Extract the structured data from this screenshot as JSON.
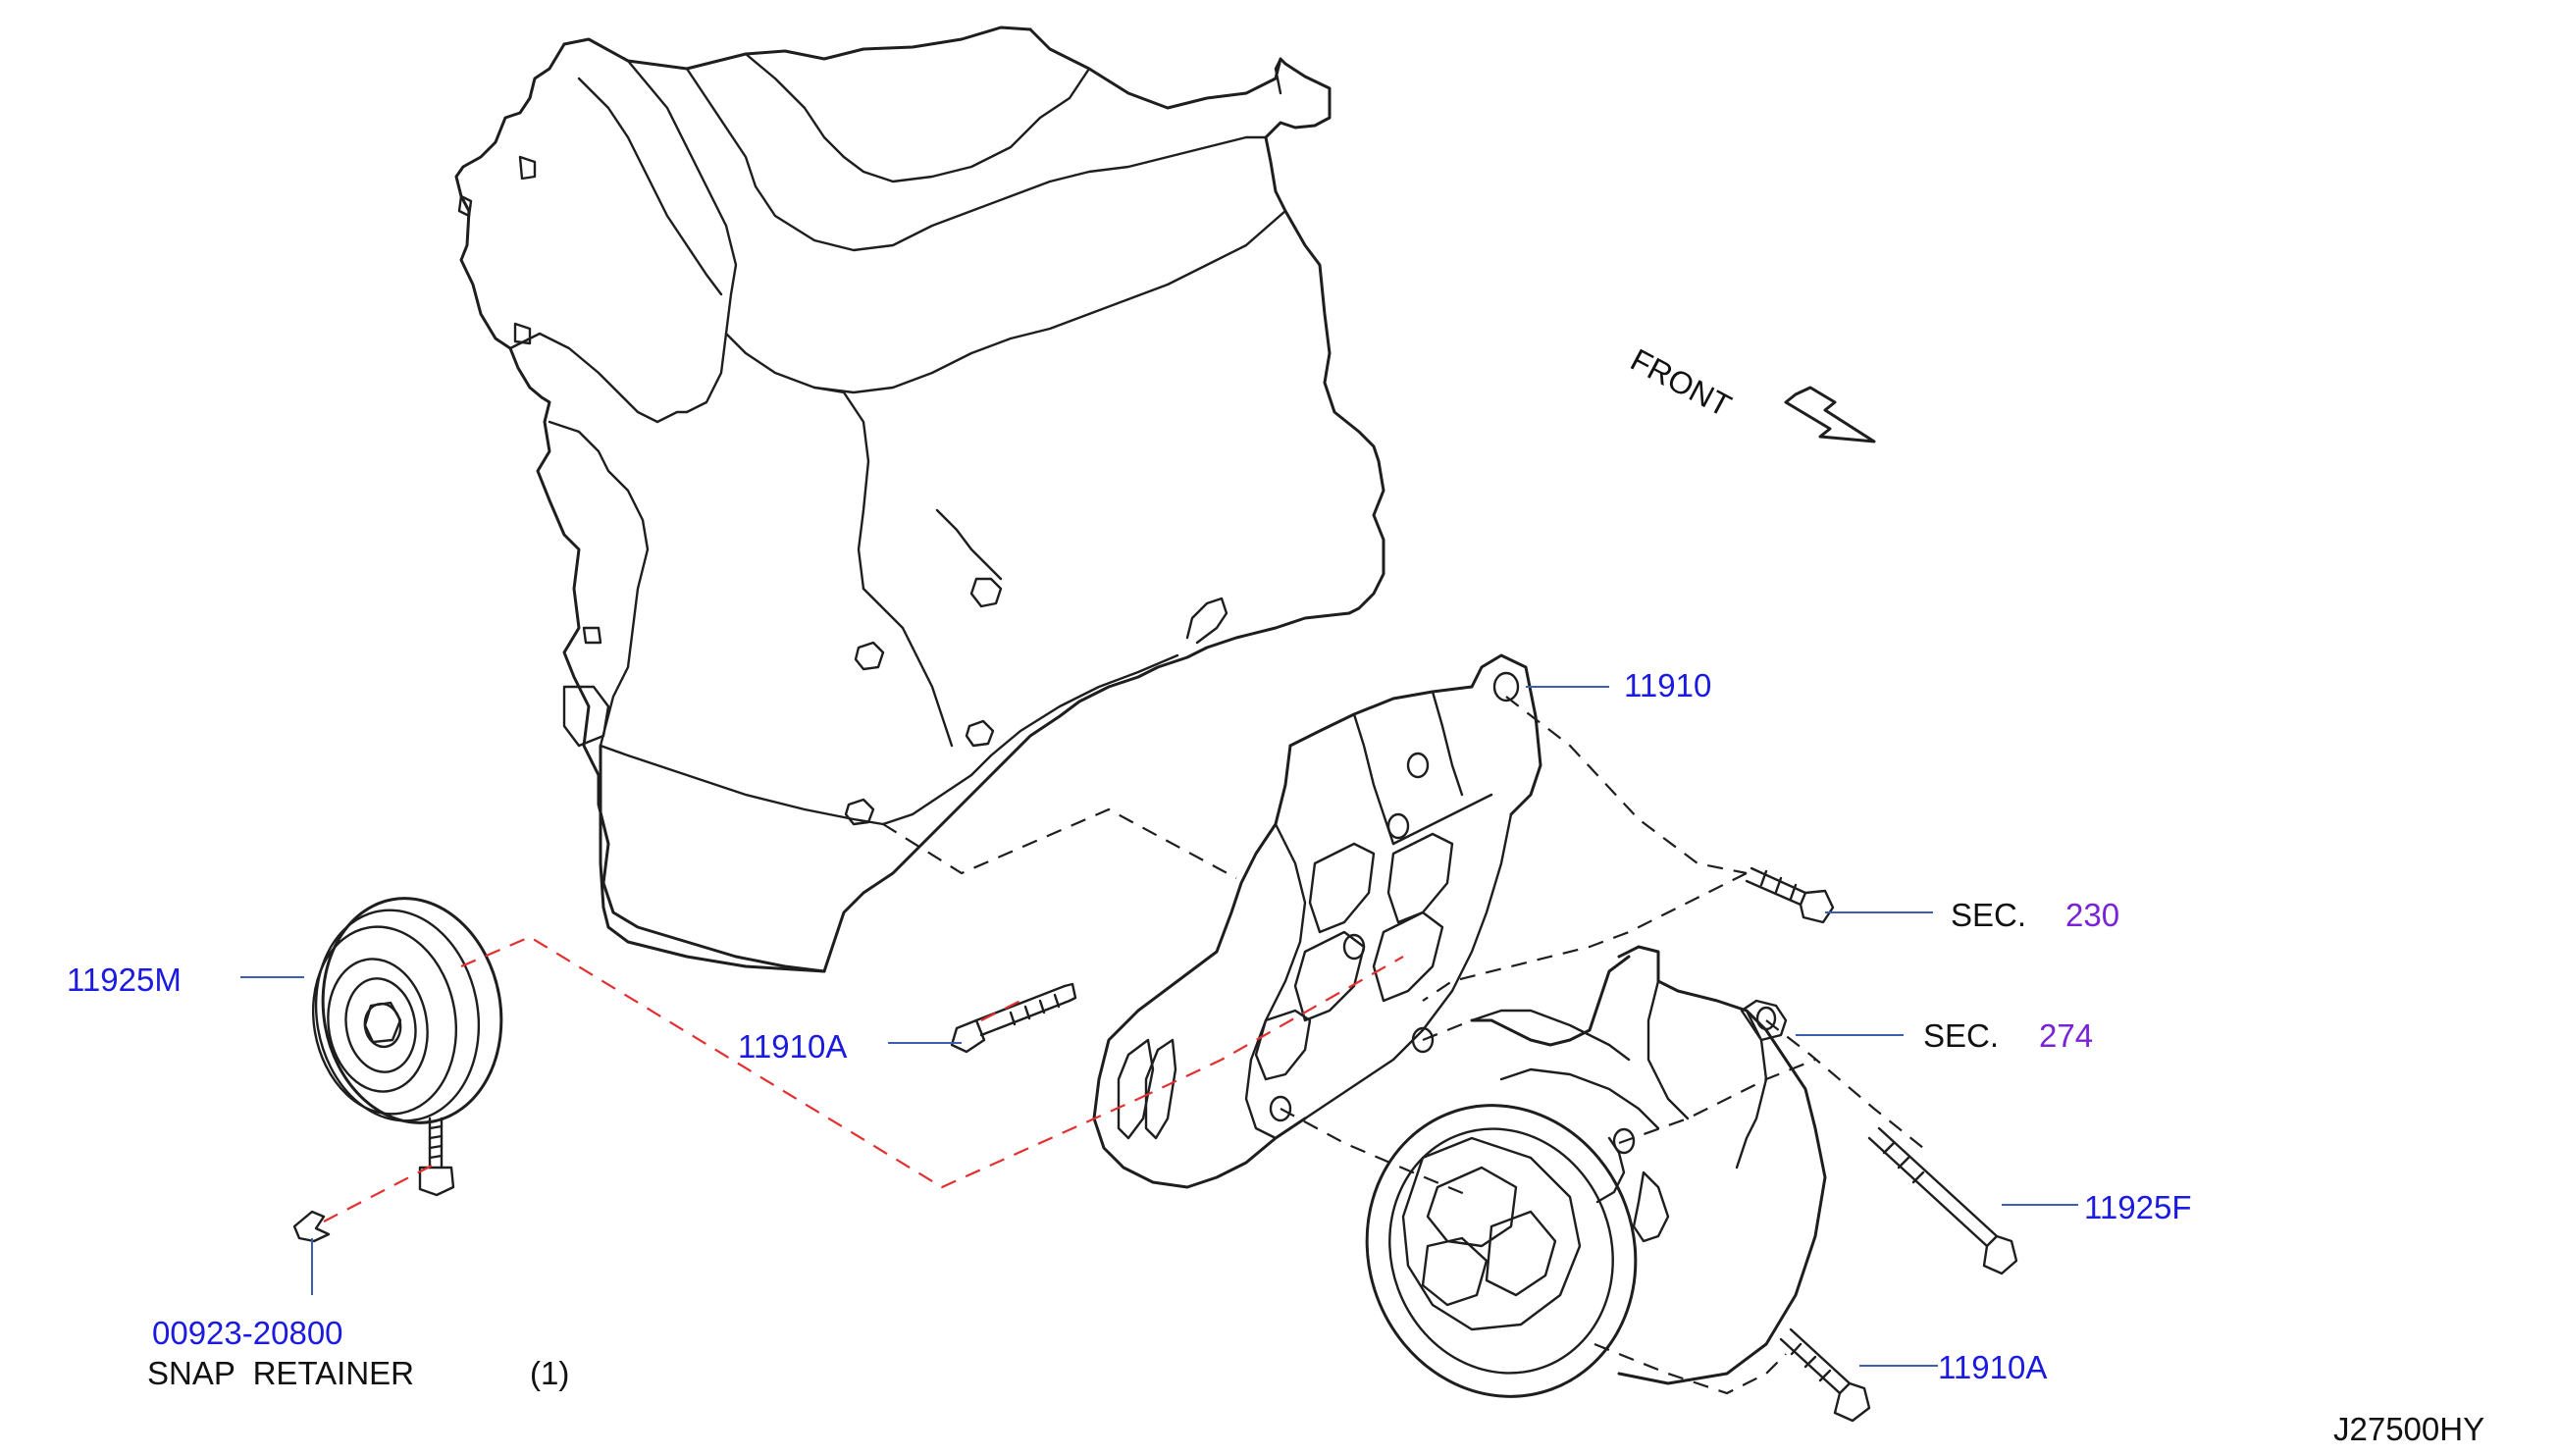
{
  "diagram": {
    "id_code": "J27500HY",
    "front_label": "FRONT",
    "parts": {
      "bracket": "11910",
      "bolt_bracket": "11910A",
      "bolt_lower": "11910A",
      "pulley": "11925M",
      "bolt_long": "11925F",
      "snap_code": "00923-20800",
      "snap_name": "SNAP  RETAINER",
      "snap_qty": "(1)"
    },
    "sections": {
      "sec_a_prefix": "SEC.",
      "sec_a_num": "230",
      "sec_b_prefix": "SEC.",
      "sec_b_num": "274"
    },
    "colors": {
      "part_number": "#1a1ae0",
      "section_number": "#7a22d8",
      "red_dashed": "#e23030",
      "line": "#1e1e1e"
    }
  }
}
